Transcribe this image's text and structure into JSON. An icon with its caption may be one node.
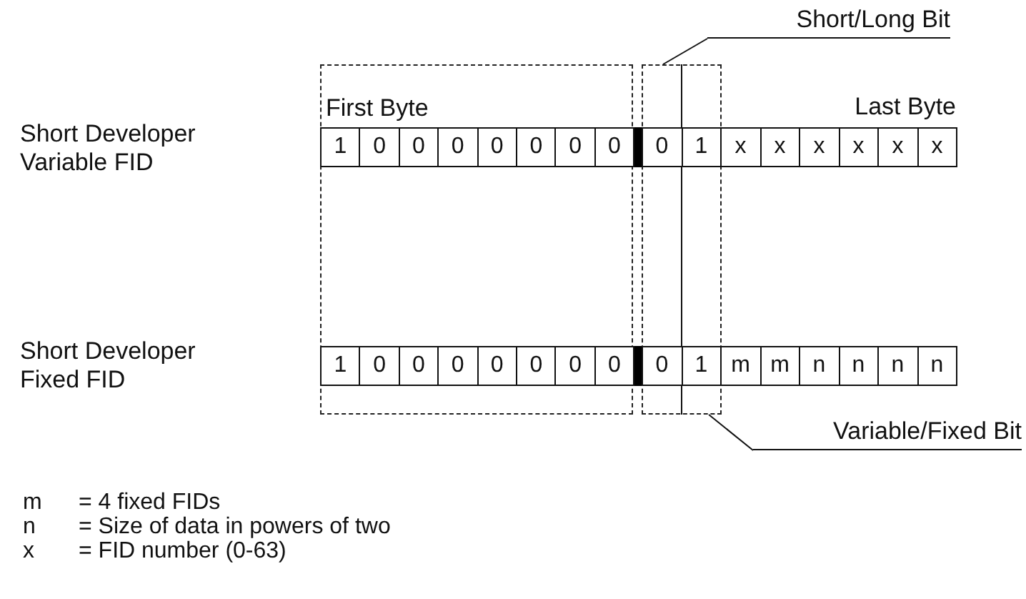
{
  "diagram": {
    "nodes": [
      {
        "text": [
          "First Byte"
        ]
      },
      {
        "text": [],
        "shape": "box"
      },
      {
        "text": [
          "Short/Long Bit"
        ]
      },
      {
        "text": [
          "Variable/Fixed Bit"
        ]
      }
    ],
    "edges": [
      {
        "from": 2,
        "to": 1,
        "arrow": "none"
      },
      {
        "from": 3,
        "to": 1,
        "arrow": "none"
      }
    ],
    "labels": [
      "Last Byte",
      "Short Developer Variable FID",
      "1",
      "0",
      "0",
      "0",
      "0",
      "0",
      "0",
      "0",
      "0",
      "1",
      "x",
      "x",
      "x",
      "x",
      "x",
      "x",
      "Short Developer Fixed FID",
      "1",
      "0",
      "0",
      "0",
      "0",
      "0",
      "0",
      "0",
      "0",
      "1",
      "m",
      "m",
      "n",
      "n",
      "n",
      "n",
      "m",
      "= 4 fixed FIDs",
      "n",
      "= Size of data in powers of two",
      "x",
      "= FID number (0-63)"
    ]
  }
}
